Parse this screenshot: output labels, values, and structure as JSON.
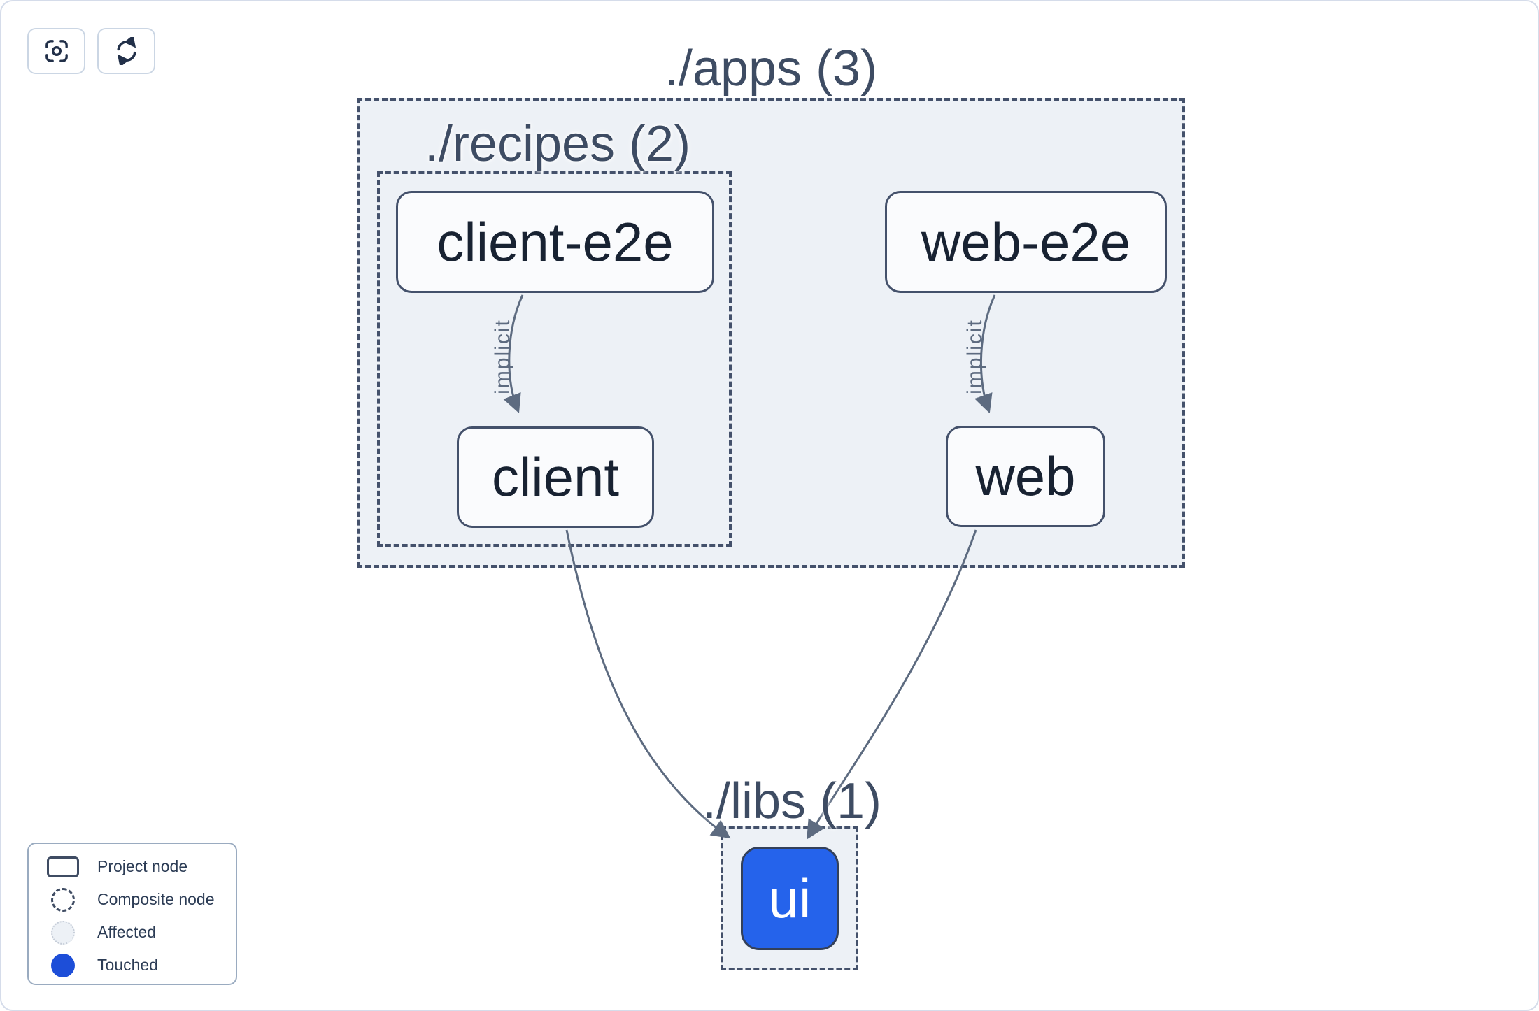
{
  "toolbar": {
    "buttons": [
      {
        "icon": "focus-icon",
        "action": "center-graph"
      },
      {
        "icon": "refresh-icon",
        "action": "refresh-graph"
      }
    ]
  },
  "graph": {
    "groups": [
      {
        "id": "apps",
        "label": "./apps (3)",
        "project_count": 3
      },
      {
        "id": "recipes",
        "label": "./recipes (2)",
        "project_count": 2
      },
      {
        "id": "libs",
        "label": "./libs (1)",
        "project_count": 1
      }
    ],
    "nodes": [
      {
        "id": "client-e2e",
        "label": "client-e2e",
        "group": "recipes"
      },
      {
        "id": "web-e2e",
        "label": "web-e2e",
        "group": "apps"
      },
      {
        "id": "client",
        "label": "client",
        "group": "recipes"
      },
      {
        "id": "web",
        "label": "web",
        "group": "apps"
      },
      {
        "id": "ui",
        "label": "ui",
        "group": "libs",
        "state": "touched"
      }
    ],
    "edges": [
      {
        "source": "client-e2e",
        "target": "client",
        "label": "implicit"
      },
      {
        "source": "web-e2e",
        "target": "web",
        "label": "implicit"
      },
      {
        "source": "client",
        "target": "ui",
        "label": ""
      },
      {
        "source": "web",
        "target": "ui",
        "label": ""
      }
    ]
  },
  "legend": {
    "items": [
      {
        "label": "Project node",
        "swatch": "project-node-outline"
      },
      {
        "label": "Composite node",
        "swatch": "composite-node-dashed-circle"
      },
      {
        "label": "Affected",
        "swatch": "affected-circle"
      },
      {
        "label": "Touched",
        "swatch": "touched-circle"
      }
    ]
  },
  "colors": {
    "touched_node": "#2563eb",
    "touched_legend": "#1d4ed8",
    "edge": "#5d6b80",
    "container_fill": "#edf1f6",
    "dashed_border": "#44516b"
  }
}
